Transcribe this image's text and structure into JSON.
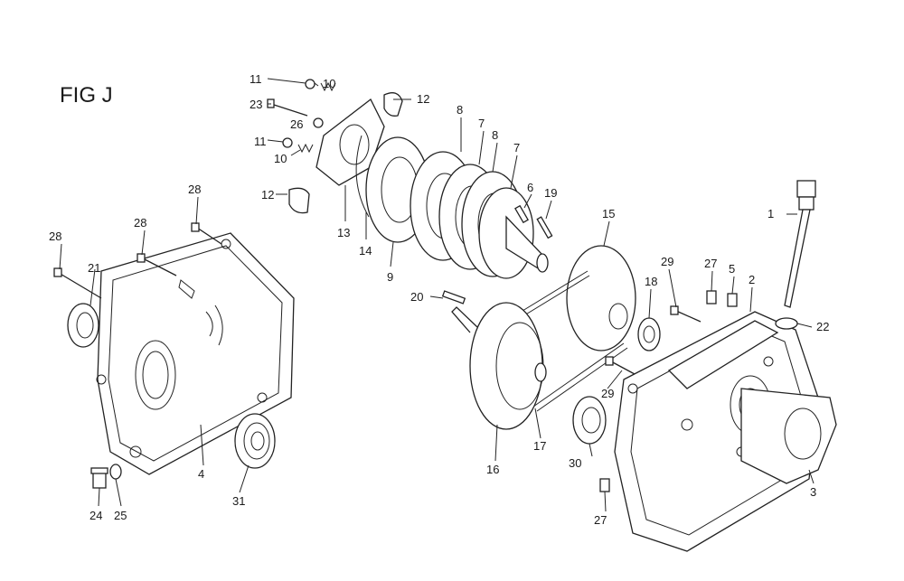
{
  "figure": {
    "title": "FIG J"
  },
  "callouts": {
    "c1": "1",
    "c2": "2",
    "c3": "3",
    "c4": "4",
    "c5": "5",
    "c6": "6",
    "c7a": "7",
    "c7b": "7",
    "c8a": "8",
    "c8b": "8",
    "c9": "9",
    "c10a": "10",
    "c10b": "10",
    "c11a": "11",
    "c11b": "11",
    "c12a": "12",
    "c12b": "12",
    "c13": "13",
    "c14": "14",
    "c15": "15",
    "c16": "16",
    "c17": "17",
    "c18": "18",
    "c19": "19",
    "c20": "20",
    "c21": "21",
    "c22": "22",
    "c23": "23",
    "c24": "24",
    "c25": "25",
    "c26": "26",
    "c27a": "27",
    "c27b": "27",
    "c28a": "28",
    "c28b": "28",
    "c28c": "28",
    "c29a": "29",
    "c29b": "29",
    "c30": "30",
    "c31": "31"
  }
}
